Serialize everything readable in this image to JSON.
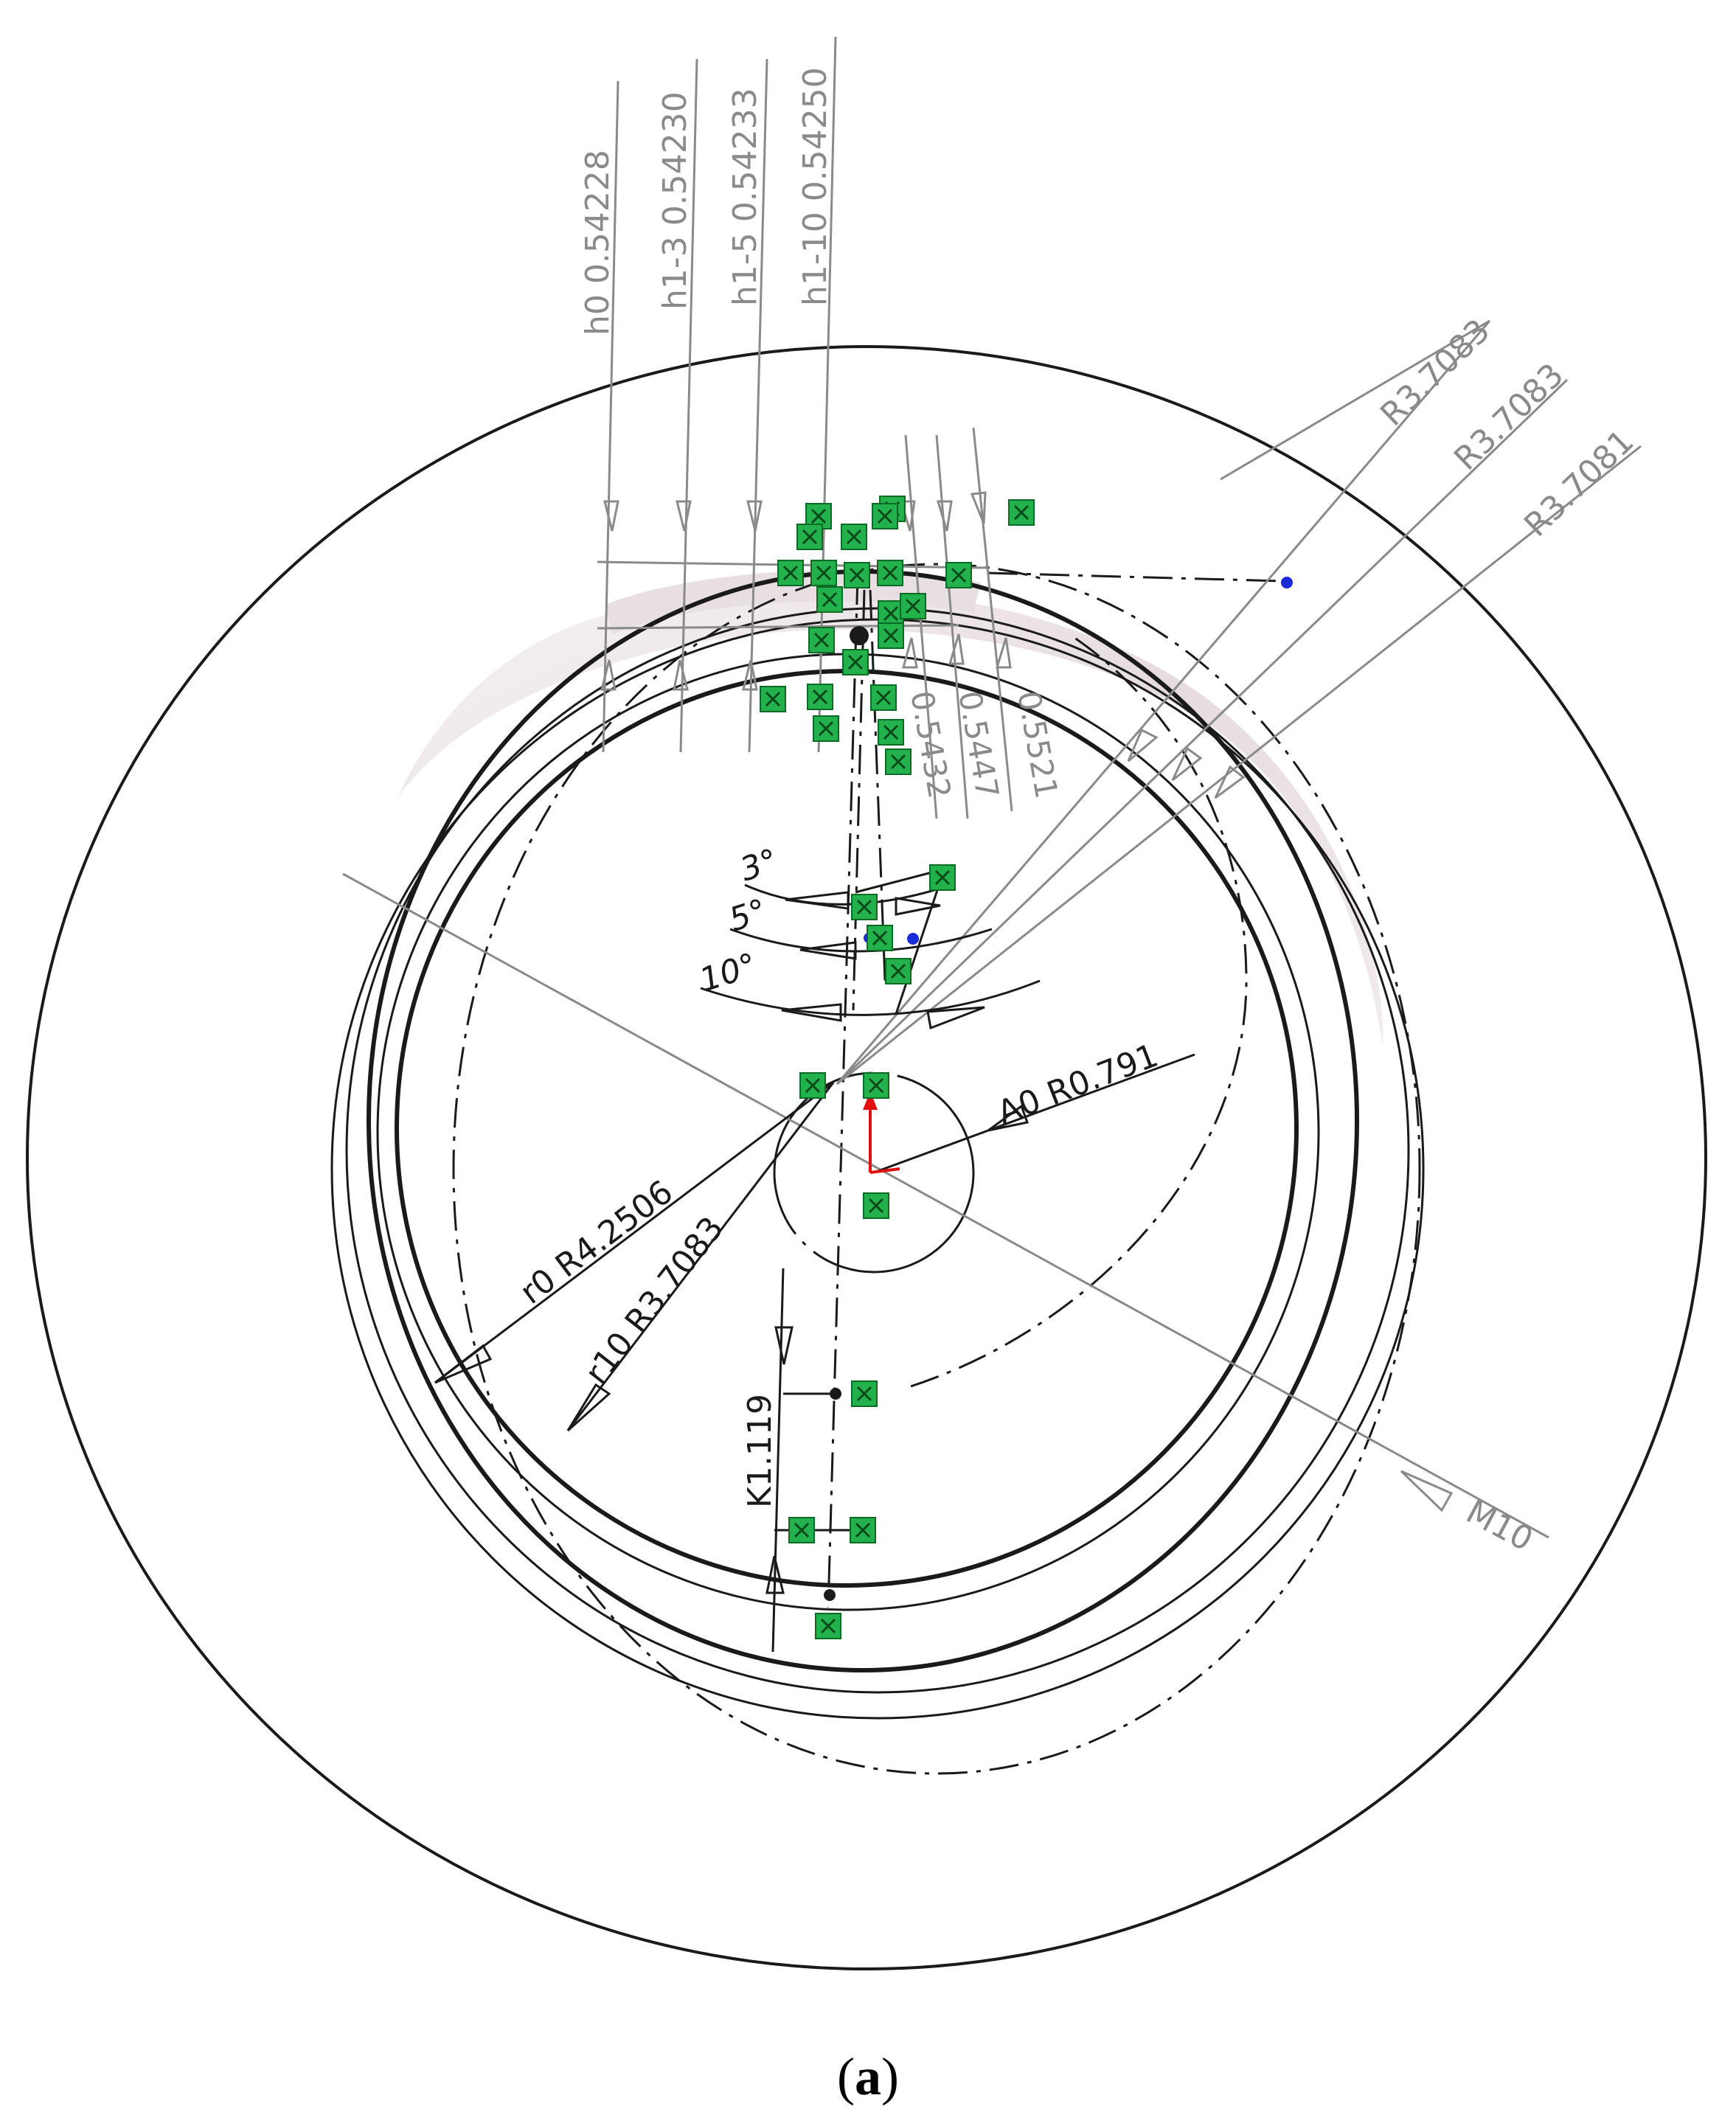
{
  "dimensions": {
    "h0": "h0  0.54228",
    "h1_3": "h1-3  0.54230",
    "h1_5": "h1-5  0.54233",
    "h1_10": "h1-10  0.54250",
    "r_a": "R3.7083",
    "r_b": "R3.7083",
    "r_c": "R3.7081",
    "w_a": "0.5432",
    "w_b": "0.5447",
    "w_c": "0.5521",
    "a0": "A0  R0.791",
    "r0": "r0  R4.2506",
    "r10": "r10  R3.7083",
    "k": "K1.119",
    "m": "M10"
  },
  "angles": {
    "a3": "3°",
    "a5": "5°",
    "a10": "10°"
  },
  "caption": {
    "open": "(",
    "letter": "a",
    "close": ")"
  },
  "colors": {
    "line": "#1a1a1a",
    "dimension": "#8a8a8a",
    "constraint_marker": "#22b14c",
    "point": "#1a2bd8",
    "origin_arrow": "#e01010",
    "ring_shading": "#ece4e6"
  }
}
